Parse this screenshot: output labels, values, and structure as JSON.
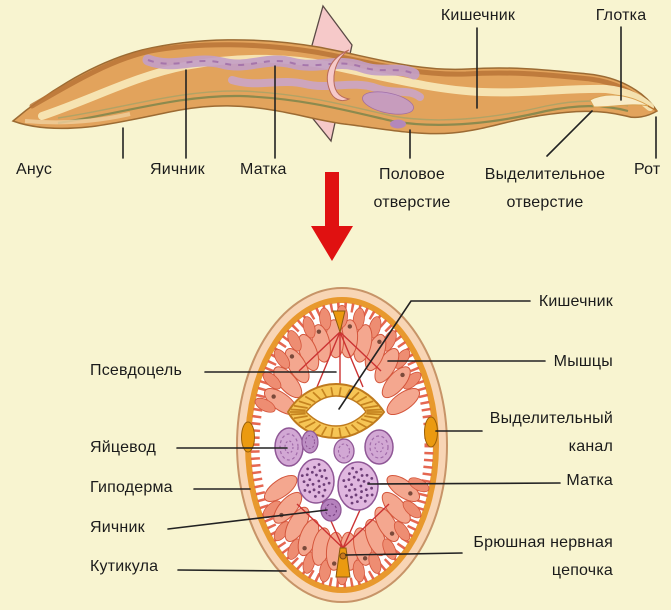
{
  "colors": {
    "background": "#f8f4d0",
    "label_text": "#1b1b1b",
    "arrow_red": "#e01111",
    "worm_body": "#e2a35c",
    "worm_outline": "#9c6b33",
    "plane_pink": "#f6c9c9",
    "cuticle_peach": "#f8d5b5",
    "hypoderm_orange": "#e8992d",
    "muscle_salmon": "#f4a78f",
    "muscle_red": "#e2563e",
    "organ_purple": "#d2a8d4",
    "organ_purple_dark": "#8f5796",
    "intestine_gold": "#f6c555",
    "nerve_orange": "#eb9a10"
  },
  "top_view": {
    "labels": {
      "anus": "Анус",
      "ovary": "Яичник",
      "uterus": "Матка",
      "intestine": "Кишечник",
      "pharynx": "Глотка",
      "genital_opening": "Половое отверстие",
      "excretory_opening": "Выделительное отверстие",
      "mouth": "Рот"
    }
  },
  "cross_section": {
    "labels": {
      "pseudocoel": "Псевдоцель",
      "oviduct": "Яйцевод",
      "hypoderm": "Гиподерма",
      "ovary": "Яичник",
      "cuticle": "Кутикула",
      "intestine": "Кишечник",
      "muscles": "Мышцы",
      "excretory_canal": "Выделительный канал",
      "uterus": "Матка",
      "ventral_nerve_chain": "Брюшная нервная цепочка"
    }
  }
}
